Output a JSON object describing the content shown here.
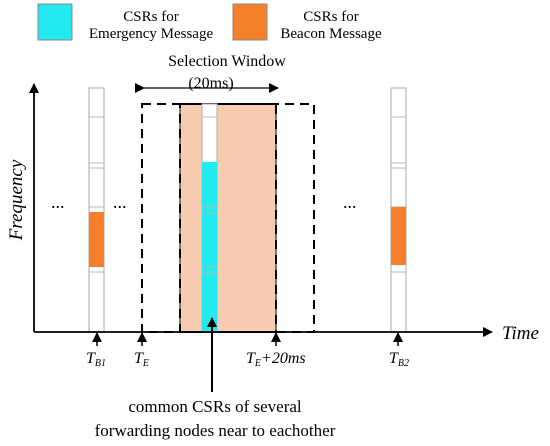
{
  "legend": [
    {
      "line1": "CSRs for",
      "line2": "Emergency Message",
      "color": "#22eaf0"
    },
    {
      "line1": "CSRs for",
      "line2": "Beacon Message",
      "color": "#f57f2a"
    }
  ],
  "window_label": {
    "line1": "Selection Window",
    "line2": "(20ms)"
  },
  "axes": {
    "y_label": "Frequency",
    "x_label": "Time"
  },
  "ticks": {
    "tb1": {
      "main": "T",
      "sub": "B1"
    },
    "te": {
      "main": "T",
      "sub": "E"
    },
    "te20": {
      "main": "T",
      "sub": "E",
      "suffix": "+20ms"
    },
    "tb2": {
      "main": "T",
      "sub": "B2"
    }
  },
  "ellipsis": "...",
  "caption": {
    "line1": "common CSRs of several",
    "line2": "forwarding nodes near to eachother"
  },
  "colors": {
    "common_region": "#f9cbb0",
    "stripe_outline": "#b8b8b8",
    "axis": "#000000"
  }
}
